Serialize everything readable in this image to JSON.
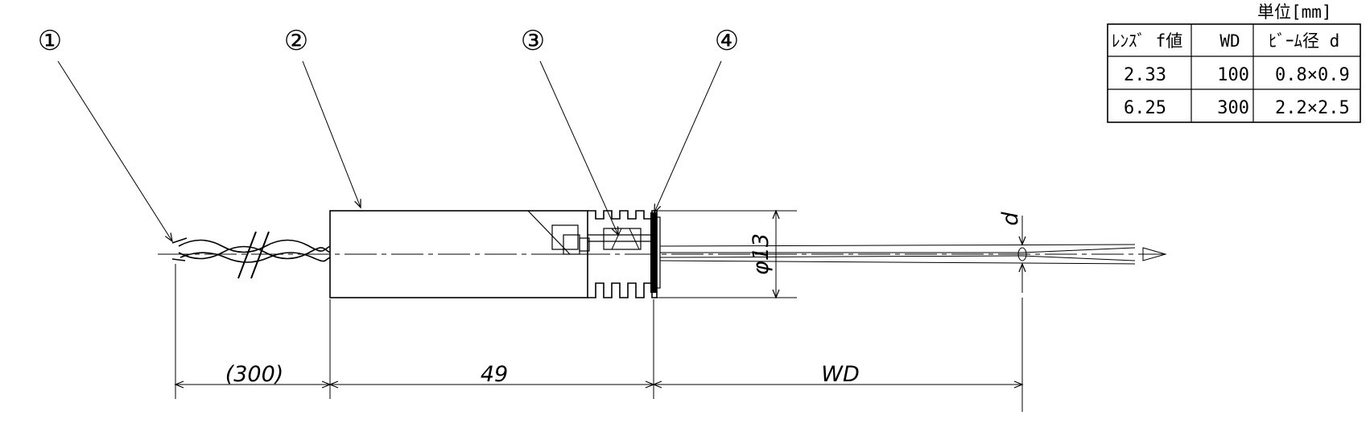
{
  "callouts": [
    "①",
    "②",
    "③",
    "④"
  ],
  "table": {
    "unit_label": "単位[mm]",
    "headers": [
      "ﾚﾝｽﾞ f値",
      "WD",
      "ﾋﾞｰﾑ径 d"
    ],
    "rows": [
      [
        "2.33",
        "100",
        "0.8×0.9"
      ],
      [
        "6.25",
        "300",
        "2.2×2.5"
      ]
    ]
  },
  "dimensions": {
    "cable_length": "(300)",
    "body_length": "49",
    "working_distance": "WD",
    "diameter": "φ13",
    "beam": "d"
  }
}
